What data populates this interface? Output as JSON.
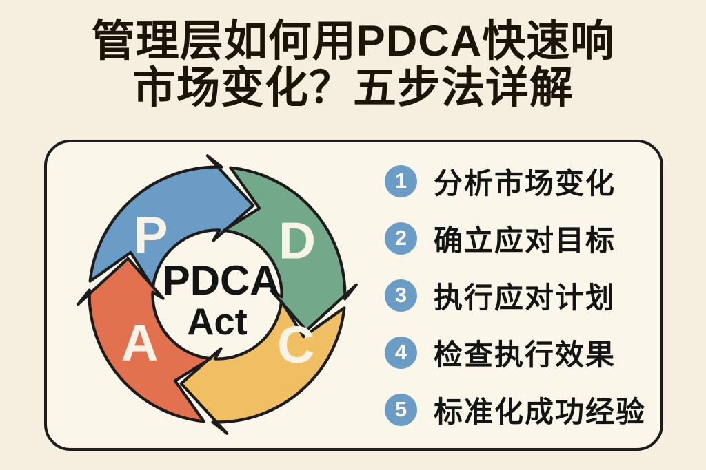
{
  "page": {
    "background_color": "#f5efe0"
  },
  "title": {
    "line1": "管理层如何用PDCA快速响",
    "line2": "市场变化？五步法详解",
    "text_color": "#1a1409"
  },
  "card": {
    "background_color": "#faf6ea",
    "border_color": "#1c1c1c"
  },
  "cycle": {
    "center_line1": "PDCA",
    "center_line2": "Act",
    "center_text_color": "#141414",
    "letter_color": "#f7f3e7",
    "outline_color": "#1c1c1c",
    "segments": [
      {
        "letter": "P",
        "color": "#6b9cc6",
        "position": "top-left"
      },
      {
        "letter": "D",
        "color": "#74a88a",
        "position": "top-right"
      },
      {
        "letter": "C",
        "color": "#f0bf63",
        "position": "bottom-right"
      },
      {
        "letter": "A",
        "color": "#e1714f",
        "position": "bottom-left"
      }
    ]
  },
  "steps": {
    "marker_color": "#6b9cc6",
    "marker_text_color": "#fbf8ef",
    "text_color": "#141414",
    "items": [
      {
        "number": "1",
        "label": "分析市场变化"
      },
      {
        "number": "2",
        "label": "确立应对目标"
      },
      {
        "number": "3",
        "label": "执行应对计划"
      },
      {
        "number": "4",
        "label": "检查执行效果"
      },
      {
        "number": "5",
        "label": "标准化成功经验"
      }
    ]
  }
}
